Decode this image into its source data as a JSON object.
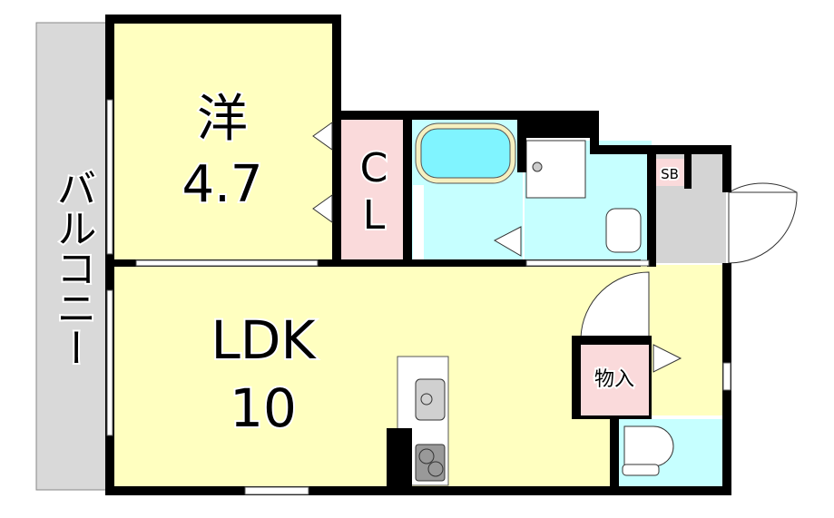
{
  "rooms": {
    "western": {
      "name": "洋",
      "size": "4.7"
    },
    "closet": {
      "line1": "C",
      "line2": "L"
    },
    "ldk": {
      "name": "LDK",
      "size": "10"
    },
    "storage": {
      "name": "物入"
    },
    "shoebox": {
      "name": "SB"
    },
    "balcony": {
      "name": "バルコニー"
    }
  },
  "colors": {
    "living": "#ffffc0",
    "closet": "#fadadb",
    "wet_area": "#c6ffff",
    "bathtub": "#80f4ff",
    "entrance": "#d4d4d4",
    "balcony": "#d9d9d9",
    "wall": "#000000"
  }
}
